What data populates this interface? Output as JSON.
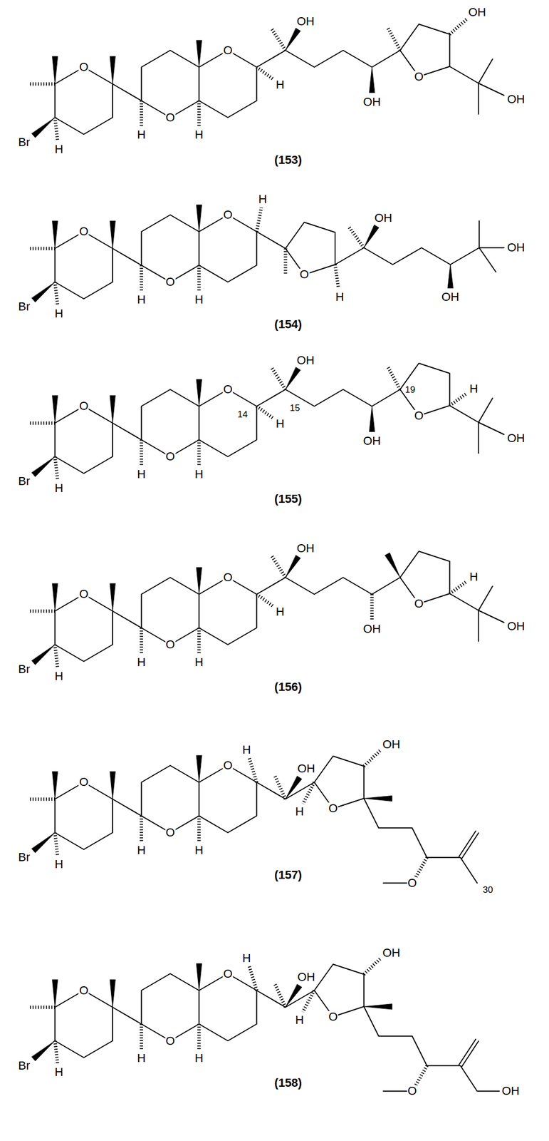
{
  "diagram": {
    "labels": [
      "O",
      "Br",
      "H",
      "H",
      "O",
      "H",
      "O",
      "H",
      "OH",
      "OH",
      "O",
      "OH",
      "OH",
      "(153)",
      "O",
      "Br",
      "H",
      "H",
      "O",
      "H",
      "O",
      "H",
      "O",
      "H",
      "OH",
      "OH",
      "OH",
      "(154)",
      "O",
      "Br",
      "H",
      "H",
      "O",
      "H",
      "O",
      "14",
      "H",
      "15",
      "OH",
      "OH",
      "19",
      "O",
      "H",
      "OH",
      "(155)",
      "O",
      "Br",
      "H",
      "H",
      "O",
      "H",
      "O",
      "H",
      "OH",
      "OH",
      "O",
      "H",
      "OH",
      "(156)",
      "O",
      "Br",
      "H",
      "H",
      "O",
      "H",
      "O",
      "H",
      "OH",
      "H",
      "O",
      "OH",
      "O",
      "30",
      "(157)",
      "O",
      "Br",
      "H",
      "H",
      "O",
      "H",
      "O",
      "H",
      "OH",
      "H",
      "O",
      "OH",
      "O",
      "OH",
      "(158)"
    ]
  }
}
